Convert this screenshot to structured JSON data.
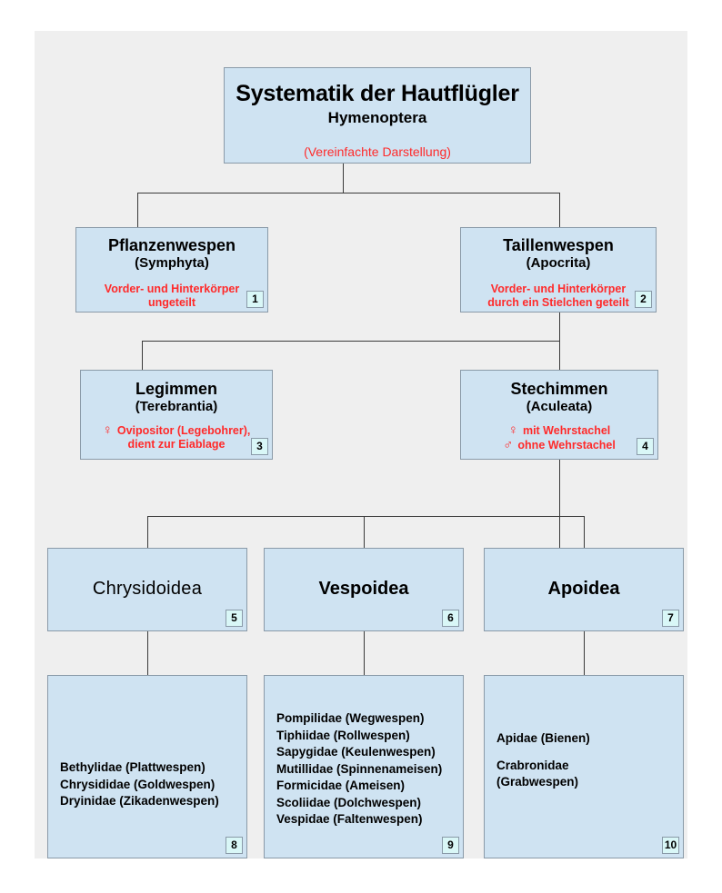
{
  "diagram": {
    "title_box": {
      "title": "Systematik der Hautflügler",
      "subtitle": "Hymenoptera",
      "note": "(Vereinfachte Darstellung)"
    },
    "colors": {
      "canvas": "#efefef",
      "box_fill": "#cfe3f2",
      "box_border": "#8a9aa8",
      "note_red": "#ff2a2a",
      "badge_fill": "#d9f7f7",
      "line": "#3a3a3a"
    },
    "nodes": [
      {
        "id": 1,
        "badge": "1",
        "title": "Pflanzenwespen",
        "subtitle": "(Symphyta)",
        "note_line1": "Vorder- und Hinterkörper",
        "note_line2": "ungeteilt"
      },
      {
        "id": 2,
        "badge": "2",
        "title": "Taillenwespen",
        "subtitle": "(Apocrita)",
        "note_line1": "Vorder- und Hinterkörper",
        "note_line2": "durch ein Stielchen geteilt"
      },
      {
        "id": 3,
        "badge": "3",
        "title": "Legimmen",
        "subtitle": "(Terebrantia)",
        "note_icon": "female-symbol",
        "note_line1": "Ovipositor (Legebohrer),",
        "note_line2": "dient zur Eiablage"
      },
      {
        "id": 4,
        "badge": "4",
        "title": "Stechimmen",
        "subtitle": "(Aculeata)",
        "female_glyph": "♀",
        "female_text": "mit Wehrstachel",
        "male_glyph": "♂",
        "male_text": "ohne Wehrstachel"
      }
    ],
    "superfamilies": [
      {
        "id": 5,
        "badge": "5",
        "name": "Chrysidoidea"
      },
      {
        "id": 6,
        "badge": "6",
        "name": "Vespoidea"
      },
      {
        "id": 7,
        "badge": "7",
        "name": "Apoidea"
      }
    ],
    "families": [
      {
        "id": 8,
        "badge": "8",
        "items": [
          "Bethylidae (Plattwespen)",
          "Chrysididae (Goldwespen)",
          "Dryinidae (Zikadenwespen)"
        ]
      },
      {
        "id": 9,
        "badge": "9",
        "items": [
          "Pompilidae (Wegwespen)",
          "Tiphiidae (Rollwespen)",
          "Sapygidae (Keulenwespen)",
          "Mutillidae (Spinnenameisen)",
          "Formicidae (Ameisen)",
          "Scoliidae (Dolchwespen)",
          "Vespidae (Faltenwespen)"
        ]
      },
      {
        "id": 10,
        "badge": "10",
        "items_group1": [
          "Apidae (Bienen)"
        ],
        "items_group2": [
          "Crabronidae",
          "(Grabwespen)"
        ]
      }
    ]
  }
}
